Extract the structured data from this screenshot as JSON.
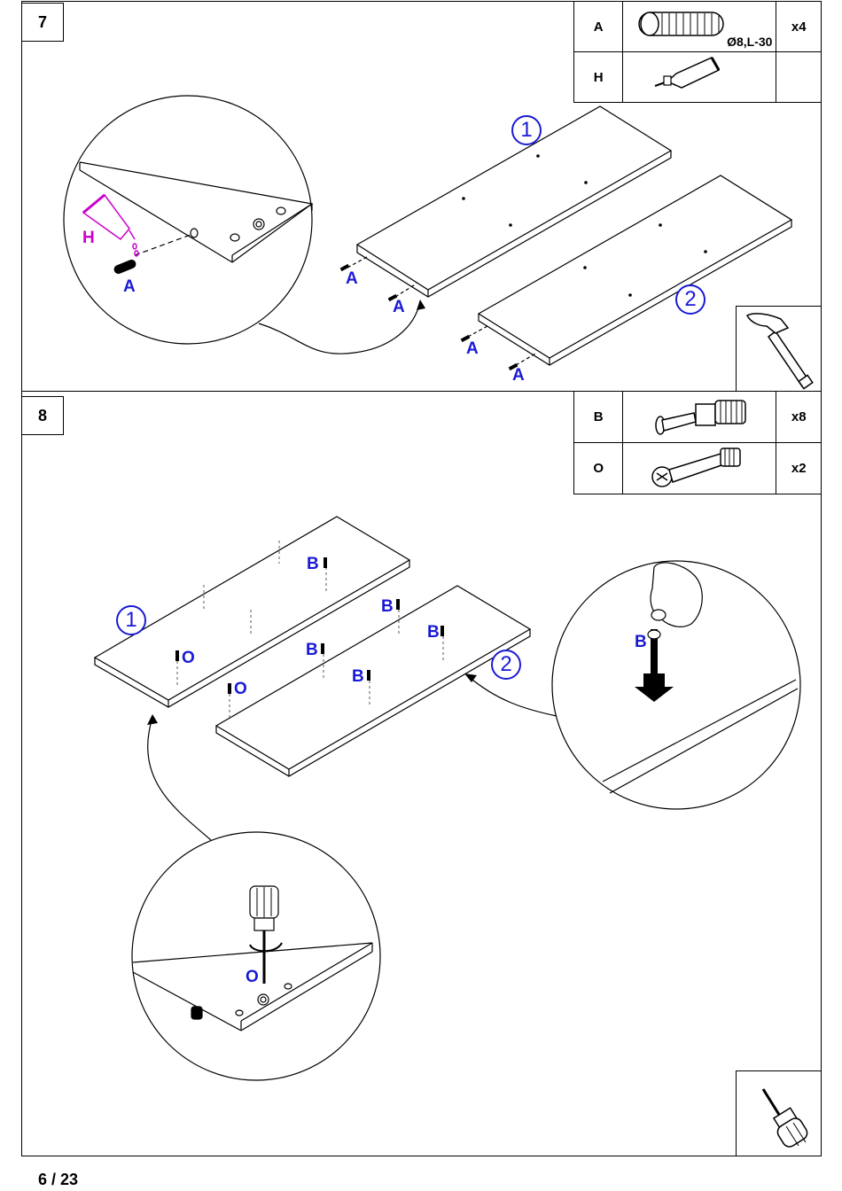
{
  "steps": [
    {
      "number": "7",
      "parts": [
        {
          "code": "A",
          "spec": "Ø8,L-30",
          "qty": "x4",
          "icon": "dowel-icon"
        },
        {
          "code": "H",
          "spec": "",
          "qty": "",
          "icon": "glue-tube-icon"
        }
      ],
      "labels": {
        "glue": "H",
        "dowel": "A",
        "panel1": "1",
        "panel2": "2"
      },
      "tool": "hammer-icon"
    },
    {
      "number": "8",
      "parts": [
        {
          "code": "B",
          "qty": "x8",
          "icon": "cam-bolt-icon"
        },
        {
          "code": "O",
          "qty": "x2",
          "icon": "cam-lock-icon"
        }
      ],
      "labels": {
        "bolt": "B",
        "cam": "O",
        "panel1": "1",
        "panel2": "2"
      },
      "tool": "screwdriver-icon"
    }
  ],
  "footer": {
    "page": "6 / 23"
  }
}
